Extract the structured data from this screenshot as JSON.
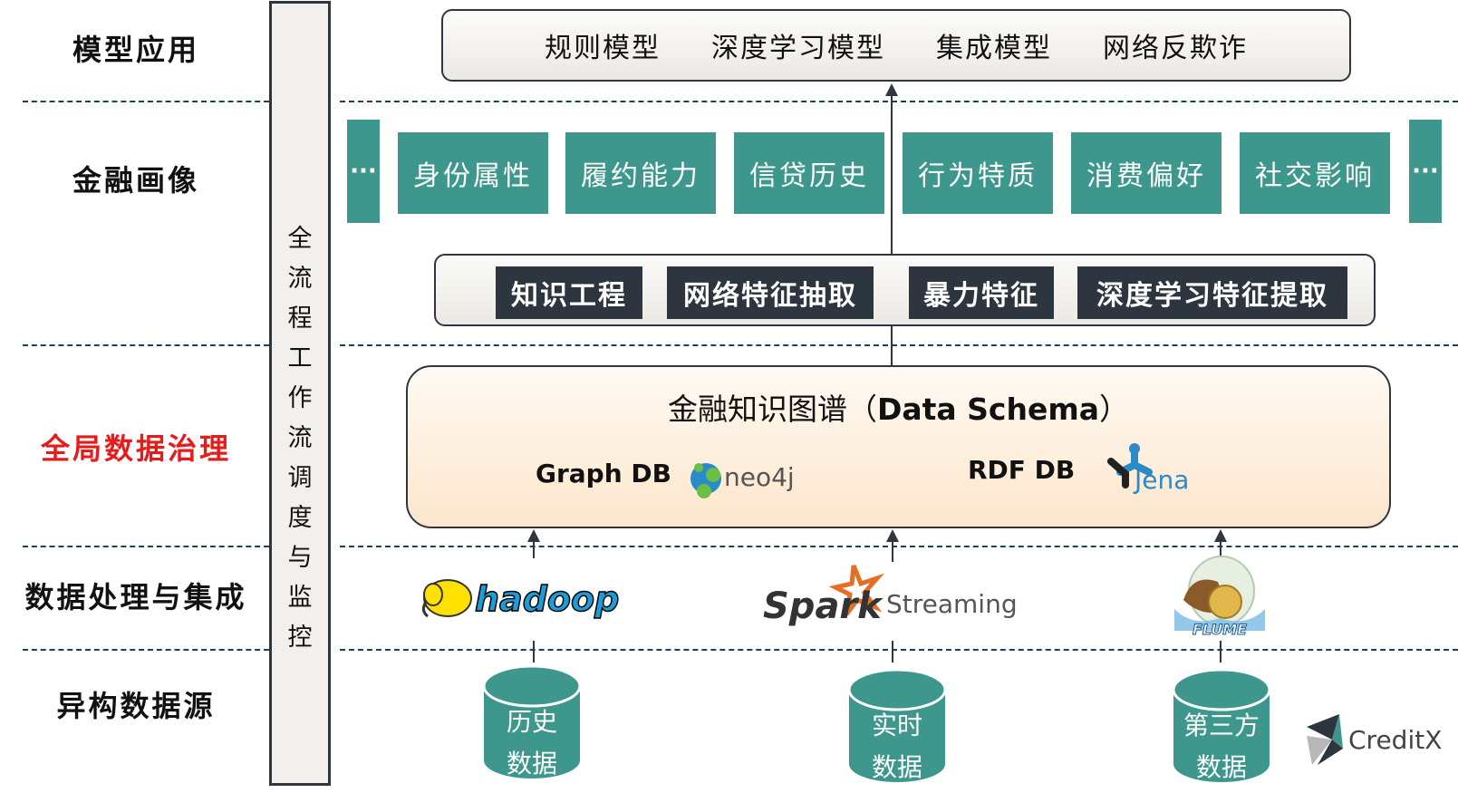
{
  "layers": [
    {
      "label": "模型应用",
      "highlight": false
    },
    {
      "label": "金融画像",
      "highlight": false
    },
    {
      "label": "全局数据治理",
      "highlight": true
    },
    {
      "label": "数据处理与集成",
      "highlight": false
    },
    {
      "label": "异构数据源",
      "highlight": false
    }
  ],
  "workflow_column": {
    "chars": [
      "全",
      "流",
      "程",
      "工",
      "作",
      "流",
      "调",
      "度",
      "与",
      "监",
      "控"
    ]
  },
  "model_application": {
    "items": [
      "规则模型",
      "深度学习模型",
      "集成模型",
      "网络反欺诈"
    ]
  },
  "financial_portrait": {
    "ellipsis": "···",
    "items": [
      "身份属性",
      "履约能力",
      "信贷历史",
      "行为特质",
      "消费偏好",
      "社交影响"
    ]
  },
  "feature_engineering": {
    "items": [
      "知识工程",
      "网络特征抽取",
      "暴力特征",
      "深度学习特征提取"
    ]
  },
  "knowledge_graph": {
    "title_cn": "金融知识图谱（",
    "title_en": "Data Schema",
    "title_close": "）",
    "graph_db_label": "Graph DB",
    "graph_db_logo": "neo4j",
    "rdf_db_label": "RDF DB",
    "rdf_db_logo": "Jena"
  },
  "processing_tools": {
    "hadoop": "hadoop",
    "spark": "Spark",
    "spark_suffix": "Streaming",
    "flume": "FLUME"
  },
  "data_sources": [
    {
      "line1": "历史",
      "line2": "数据"
    },
    {
      "line1": "实时",
      "line2": "数据"
    },
    {
      "line1": "第三方",
      "line2": "数据"
    }
  ],
  "brand": {
    "name": "CreditX"
  },
  "colors": {
    "teal": "#3e978d",
    "dark": "#2d353f",
    "highlight_red": "#e81b1b",
    "dashed": "#1b4357"
  }
}
